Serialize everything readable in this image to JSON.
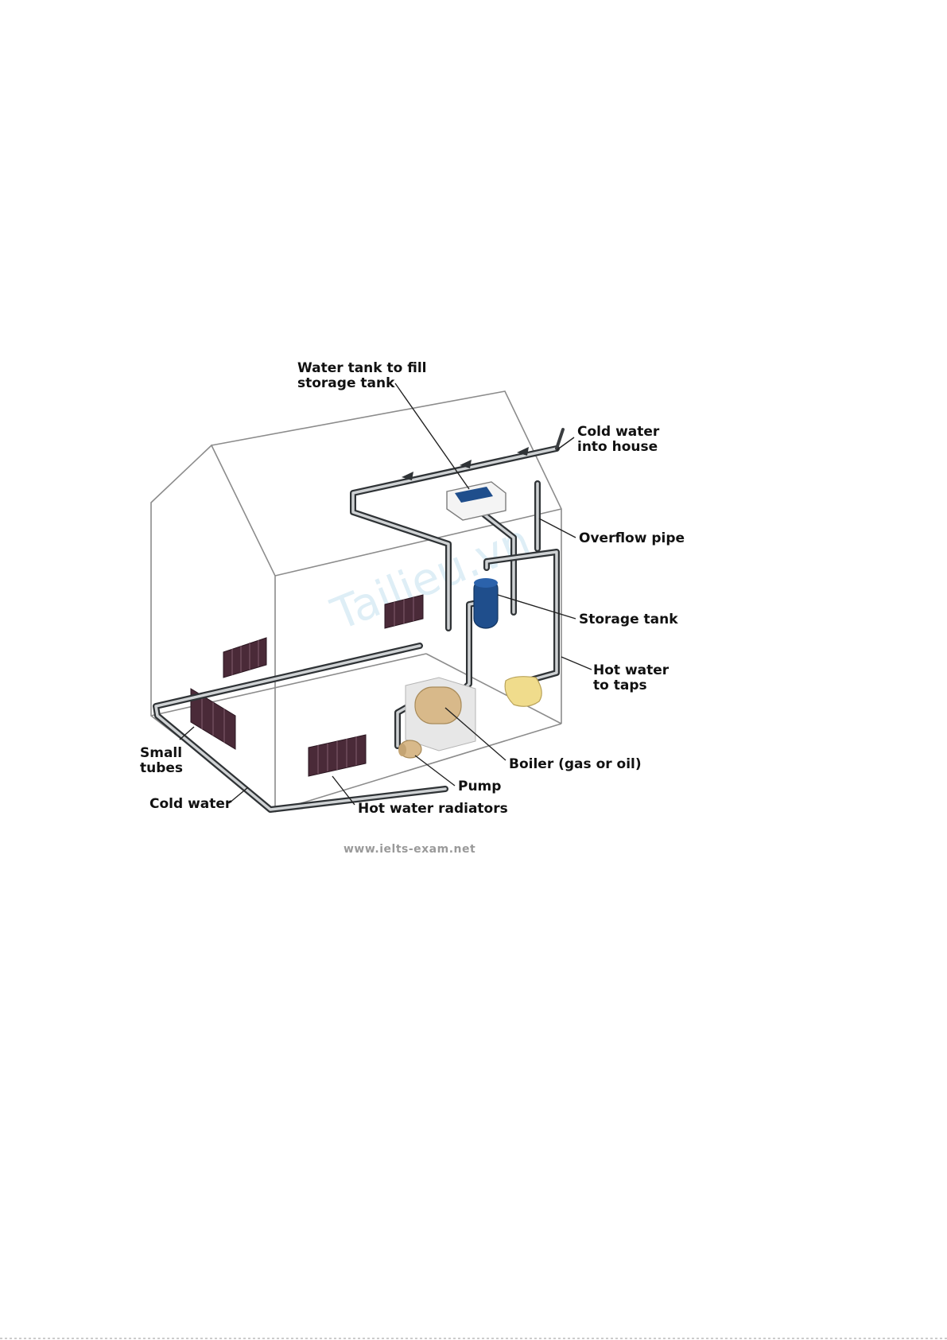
{
  "diagram": {
    "labels": {
      "water_tank_line1": "Water tank to fill",
      "water_tank_line2": "storage tank",
      "cold_water_in_line1": "Cold water",
      "cold_water_in_line2": "into house",
      "overflow_pipe": "Overflow pipe",
      "storage_tank": "Storage tank",
      "hot_water_taps_line1": "Hot water",
      "hot_water_taps_line2": "to taps",
      "small_tubes_line1": "Small",
      "small_tubes_line2": "tubes",
      "cold_water": "Cold water",
      "boiler": "Boiler (gas or oil)",
      "pump": "Pump",
      "hot_water_radiators": "Hot water radiators"
    },
    "credit": "www.ielts-exam.net",
    "watermark": "Tailieu.vn",
    "colors": {
      "storage_tank": "#1f4e8c",
      "boiler": "#d8b98a",
      "tap_basin": "#f0dc8c",
      "radiator": "#4a2a38",
      "pipe": "#2f3336"
    }
  }
}
